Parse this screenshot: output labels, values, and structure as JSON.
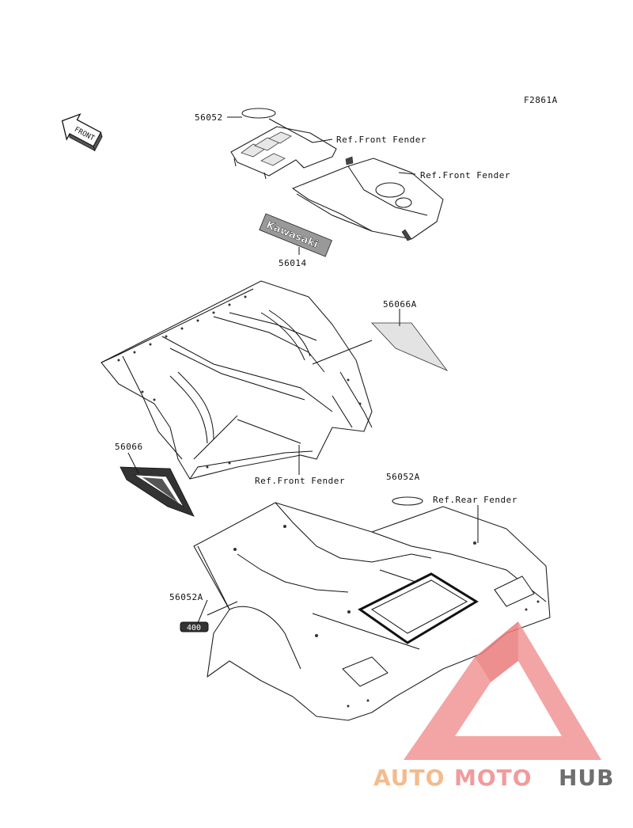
{
  "diagram": {
    "figure_code": "F2861A",
    "front_arrow_label": "FRONT",
    "callouts": [
      {
        "id": "c-56052-top",
        "text": "56052"
      },
      {
        "id": "c-ref-front-fender-1",
        "text": "Ref.Front Fender"
      },
      {
        "id": "c-ref-front-fender-2",
        "text": "Ref.Front Fender"
      },
      {
        "id": "c-56014",
        "text": "56014"
      },
      {
        "id": "c-56066a",
        "text": "56066A"
      },
      {
        "id": "c-56066",
        "text": "56066"
      },
      {
        "id": "c-ref-front-fender-3",
        "text": "Ref.Front Fender"
      },
      {
        "id": "c-56052a-top",
        "text": "56052A"
      },
      {
        "id": "c-ref-rear-fender",
        "text": "Ref.Rear Fender"
      },
      {
        "id": "c-56052a-left",
        "text": "56052A"
      }
    ],
    "emblem_text": "Kawasaki",
    "badge_text": "400"
  },
  "watermark": {
    "part1": "AUTO",
    "part2": "MOTO",
    "part3": "HUB",
    "colors": {
      "auto": "#f3b07a",
      "moto": "#ef8a8a",
      "hub": "#555555",
      "triangle": "#ee6b6b"
    }
  }
}
